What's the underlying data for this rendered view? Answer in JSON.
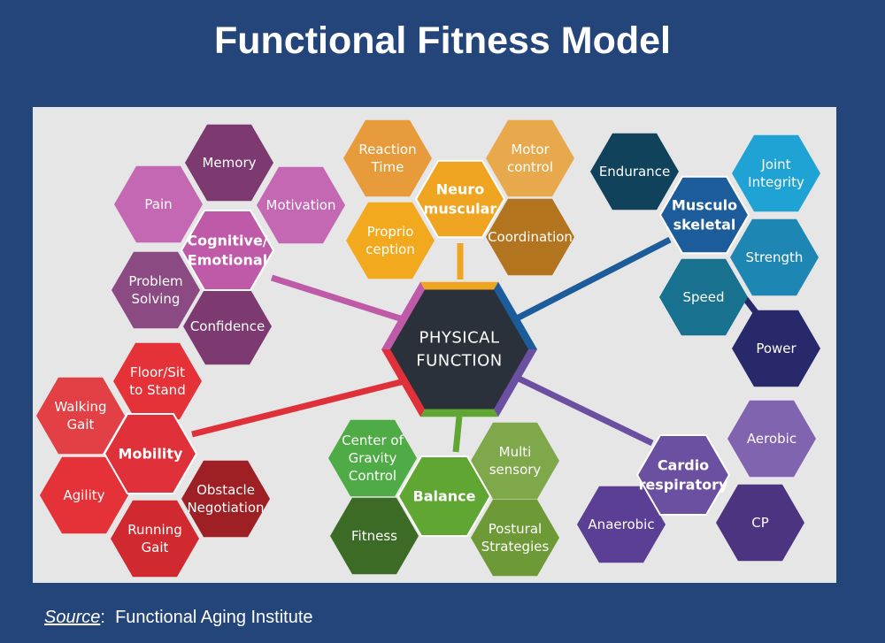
{
  "title": "Functional Fitness Model",
  "source": {
    "label": "Source",
    "separator": ":",
    "text": "Functional Aging Institute"
  },
  "center": {
    "lines": [
      "PHYSICAL",
      "FUNCTION"
    ]
  },
  "clusters": [
    {
      "key": "cognitive",
      "hub": [
        "Cognitive/",
        "Emotional"
      ],
      "color": "#bf5aa8",
      "items": [
        {
          "lines": [
            "Memory"
          ],
          "color": "#7d3a70"
        },
        {
          "lines": [
            "Pain"
          ],
          "color": "#c468b4"
        },
        {
          "lines": [
            "Motivation"
          ],
          "color": "#c468b4"
        },
        {
          "lines": [
            "Problem",
            "Solving"
          ],
          "color": "#8c4a83"
        },
        {
          "lines": [
            "Confidence"
          ],
          "color": "#7d3a70"
        }
      ]
    },
    {
      "key": "neuromuscular",
      "hub": [
        "Neuro",
        "muscular"
      ],
      "color": "#f0a522",
      "items": [
        {
          "lines": [
            "Reaction",
            "Time"
          ],
          "color": "#e79b3b"
        },
        {
          "lines": [
            "Motor",
            "control"
          ],
          "color": "#e8a84c"
        },
        {
          "lines": [
            "Proprio",
            "ception"
          ],
          "color": "#f2a91d"
        },
        {
          "lines": [
            "Coordination"
          ],
          "color": "#b2741f"
        }
      ]
    },
    {
      "key": "musculoskeletal",
      "hub": [
        "Musculo",
        "skeletal"
      ],
      "color": "#1c5c9a",
      "items": [
        {
          "lines": [
            "Endurance"
          ],
          "color": "#11425c"
        },
        {
          "lines": [
            "Joint",
            "Integrity"
          ],
          "color": "#1fa2d4"
        },
        {
          "lines": [
            "Strength"
          ],
          "color": "#1d86b3"
        },
        {
          "lines": [
            "Speed"
          ],
          "color": "#17718f"
        },
        {
          "lines": [
            "Power"
          ],
          "color": "#27296b"
        }
      ]
    },
    {
      "key": "mobility",
      "hub": [
        "Mobility"
      ],
      "color": "#e0303a",
      "items": [
        {
          "lines": [
            "Floor/Sit",
            "to Stand"
          ],
          "color": "#e53238"
        },
        {
          "lines": [
            "Walking",
            "Gait"
          ],
          "color": "#e24045"
        },
        {
          "lines": [
            "Agility"
          ],
          "color": "#e53238"
        },
        {
          "lines": [
            "Running",
            "Gait"
          ],
          "color": "#d02a30"
        },
        {
          "lines": [
            "Obstacle",
            "Negotiation"
          ],
          "color": "#9e2024"
        }
      ]
    },
    {
      "key": "balance",
      "hub": [
        "Balance"
      ],
      "color": "#5fa633",
      "items": [
        {
          "lines": [
            "Center of",
            "Gravity",
            "Control"
          ],
          "color": "#4fab46"
        },
        {
          "lines": [
            "Multi",
            "sensory"
          ],
          "color": "#7ea84a"
        },
        {
          "lines": [
            "Fitness"
          ],
          "color": "#3c6b26"
        },
        {
          "lines": [
            "Postural",
            "Strategies"
          ],
          "color": "#6d9a36"
        }
      ]
    },
    {
      "key": "cardiorespiratory",
      "hub": [
        "Cardio",
        "respiratory"
      ],
      "color": "#6b4fa0",
      "items": [
        {
          "lines": [
            "Aerobic"
          ],
          "color": "#8064b0"
        },
        {
          "lines": [
            "Anaerobic"
          ],
          "color": "#5b3f95"
        },
        {
          "lines": [
            "CP"
          ],
          "color": "#4c3480"
        }
      ]
    }
  ]
}
